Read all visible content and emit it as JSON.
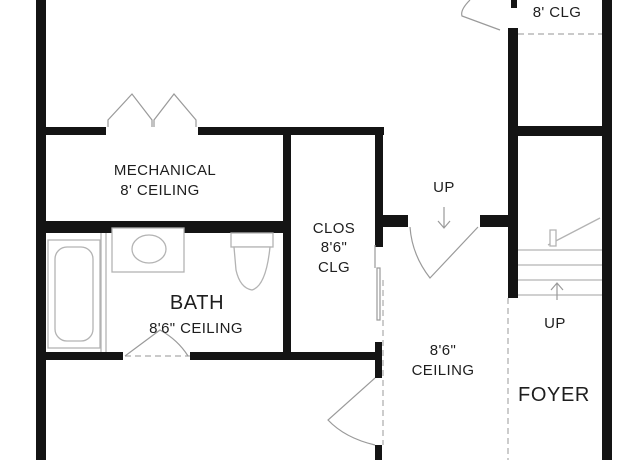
{
  "labels": {
    "clg_top": "8' CLG",
    "mechanical_name": "MECHANICAL",
    "mechanical_ceiling": "8' CEILING",
    "clos_name": "CLOS",
    "clos_height": "8'6\"",
    "clos_clg": "CLG",
    "bath_name": "BATH",
    "bath_ceiling": "8'6\" CEILING",
    "up_hall": "UP",
    "up_stair": "UP",
    "hall_height": "8'6\"",
    "hall_ceiling": "CEILING",
    "foyer_name": "FOYER"
  },
  "icons": {
    "door_swing": "door-swing-icon",
    "bathtub": "bathtub-icon",
    "sink": "sink-icon",
    "toilet": "toilet-icon",
    "up_arrow": "up-arrow-icon"
  },
  "colors": {
    "wall": "#141414",
    "fixture": "#b3b3b3",
    "text": "#1e1e1e",
    "background": "#ffffff"
  }
}
